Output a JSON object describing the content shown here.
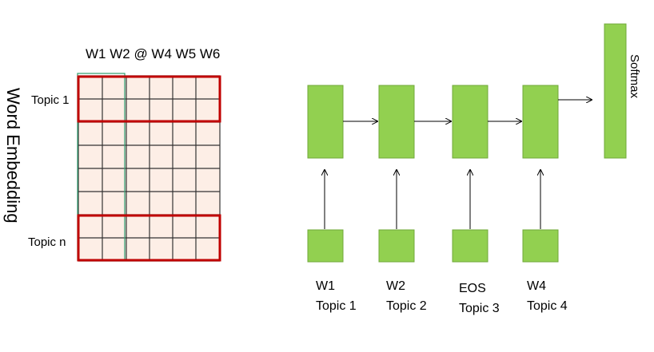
{
  "matrix": {
    "column_header": "W1 W2 @ W4 W5 W6",
    "row_label_top": "Topic 1",
    "row_label_bottom": "Topic n",
    "side_title": "Word Embedding"
  },
  "sequence": {
    "steps": [
      {
        "word": "W1",
        "topic": "Topic 1"
      },
      {
        "word": "W2",
        "topic": "Topic 2"
      },
      {
        "word": "EOS",
        "topic": "Topic 3"
      },
      {
        "word": "W4",
        "topic": "Topic 4"
      }
    ],
    "output_label": "Softmax"
  },
  "colors": {
    "box_fill": "#92d050",
    "box_stroke": "#70a83a",
    "cell_fill": "#fdeee6",
    "grid_line": "#333333",
    "highlight": "#c00000",
    "column_outline": "#2e9e6e"
  }
}
